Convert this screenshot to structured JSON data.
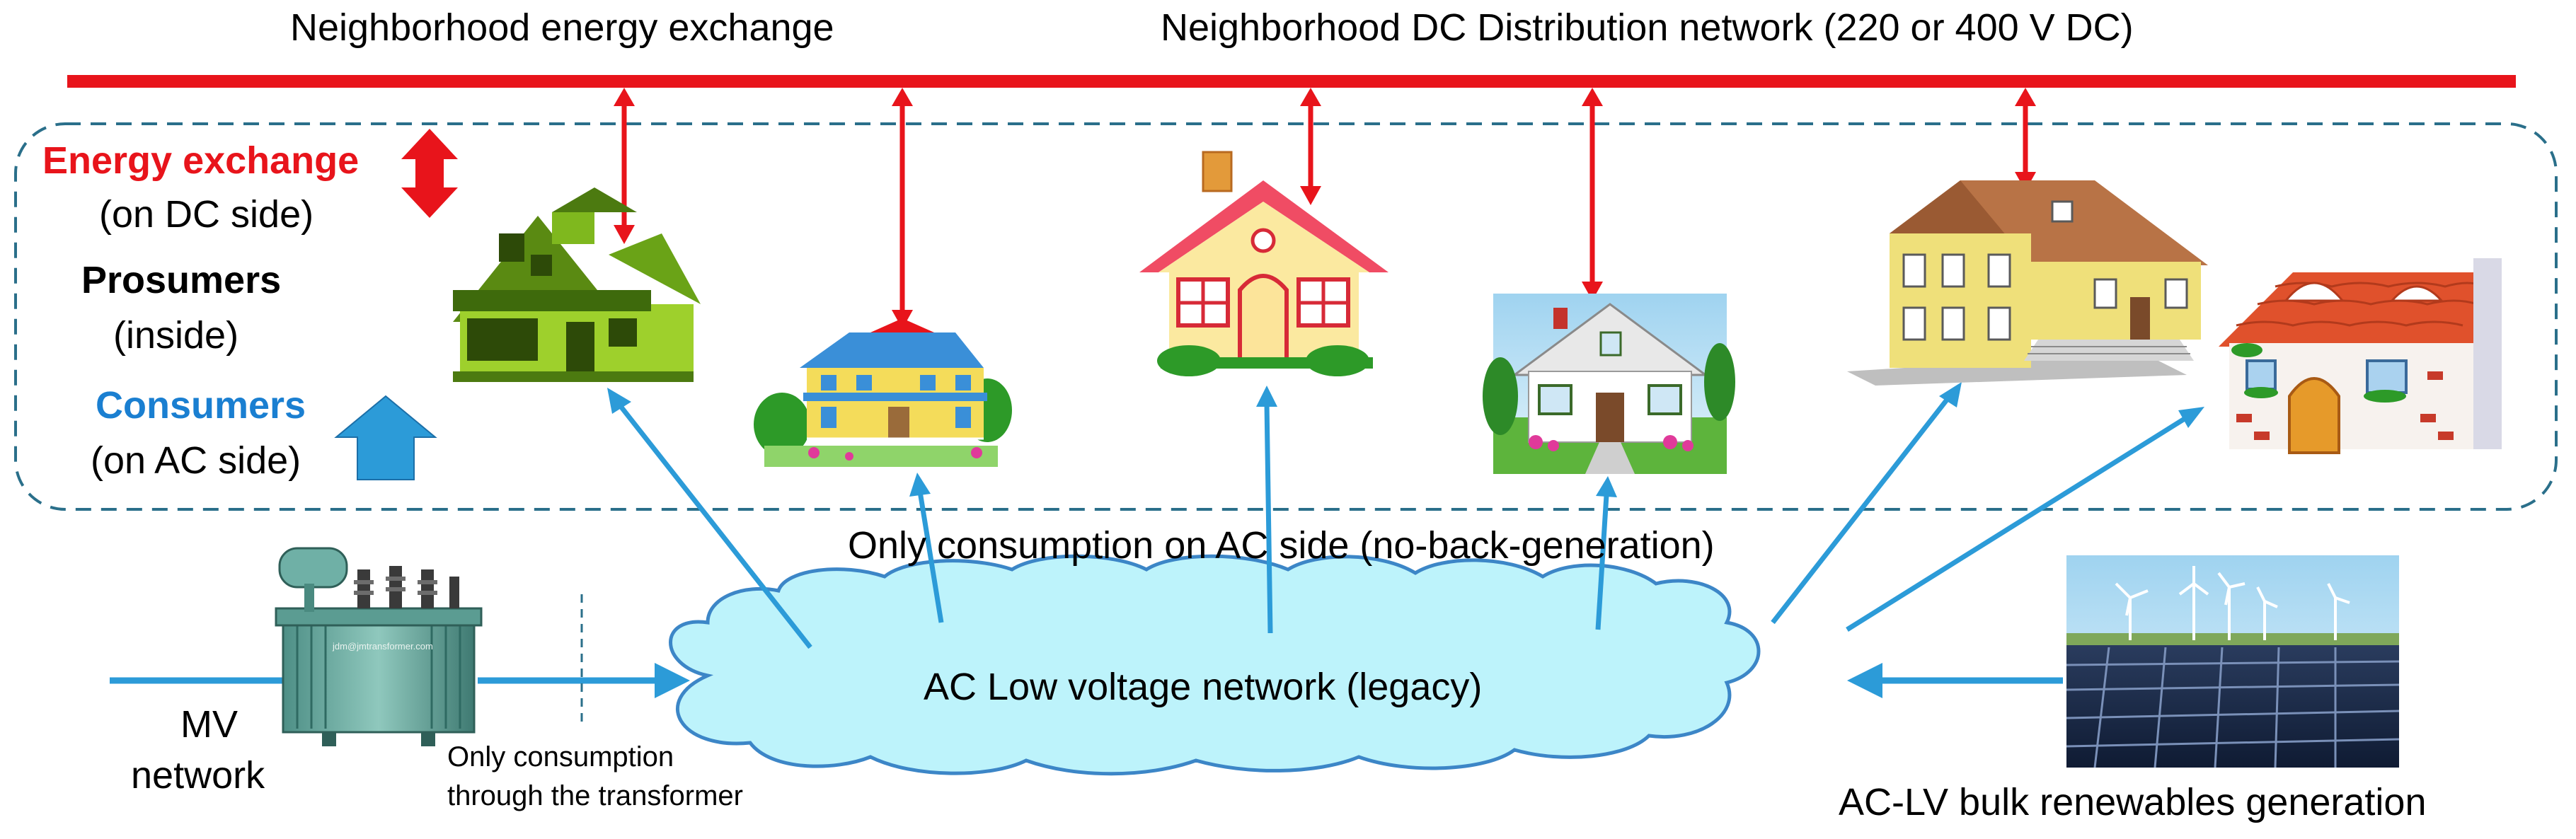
{
  "titles": {
    "exchange": "Neighborhood energy exchange",
    "dc_network": "Neighborhood DC Distribution network (220 or 400 V DC)"
  },
  "legend": {
    "energy_exchange": "Energy exchange",
    "energy_exchange_sub": "(on DC side)",
    "prosumers": "Prosumers",
    "prosumers_sub": "(inside)",
    "consumers": "Consumers",
    "consumers_sub": "(on AC side)"
  },
  "labels": {
    "only_consumption_ac": "Only consumption on AC side (no-back-generation)",
    "ac_network": "AC Low voltage network (legacy)",
    "mv_line1": "MV",
    "mv_line2": "network",
    "transformer_note_1": "Only consumption",
    "transformer_note_2": "through the transformer",
    "renewables": "AC-LV bulk renewables generation",
    "transformer_plate": "jdm@jmtransformer.com"
  },
  "colors": {
    "dc_bus": "#e8141b",
    "ac_arrow": "#2c9bd8",
    "cloud_fill": "#bdf3fb",
    "dashed_border": "#2a6f8a"
  },
  "icons": [
    "transformer-icon",
    "house-green-icon",
    "house-yellow-blue-icon",
    "house-red-roof-icon",
    "house-white-icon",
    "house-two-storey-icon",
    "house-cottage-icon",
    "wind-solar-farm-icon"
  ]
}
